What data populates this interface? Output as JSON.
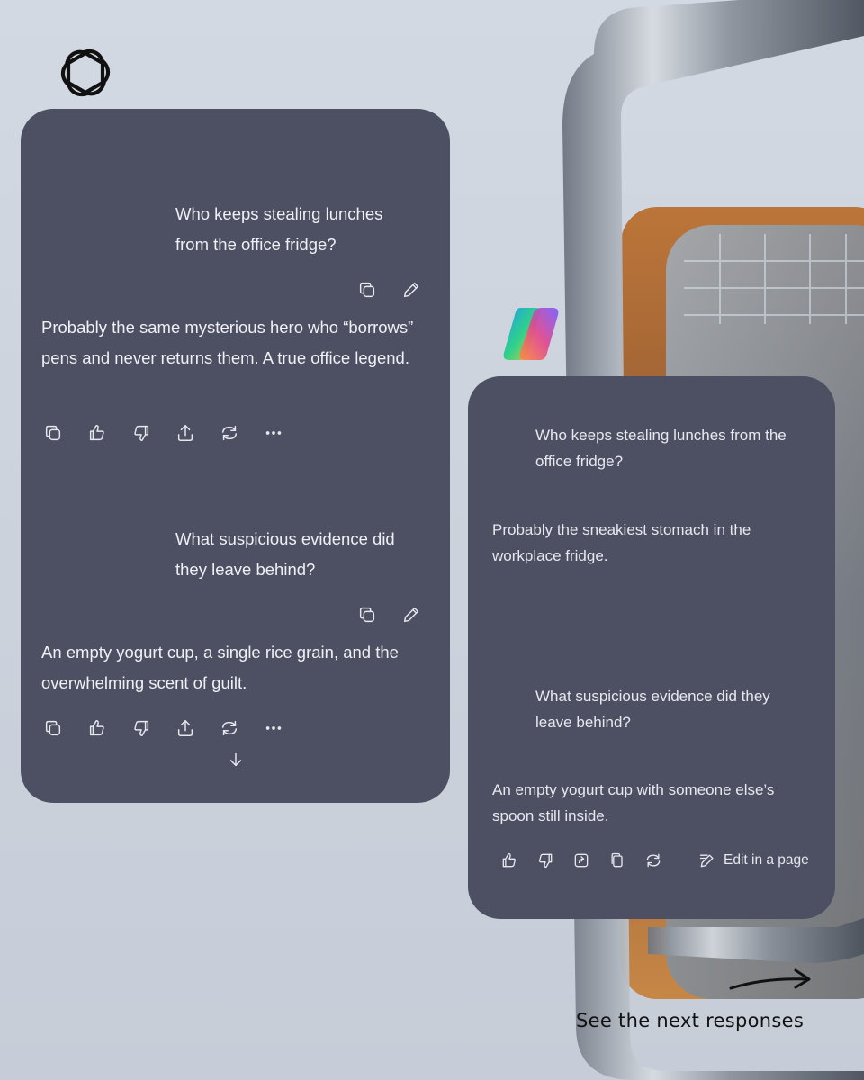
{
  "openai_chat": {
    "messages": [
      {
        "role": "user",
        "text": "Who keeps stealing lunches from the office fridge?"
      },
      {
        "role": "assistant",
        "text": "Probably the same mysterious hero who “borrows” pens and never returns them. A true office legend."
      },
      {
        "role": "user",
        "text": "What suspicious evidence did they leave behind?"
      },
      {
        "role": "assistant",
        "text": "An empty yogurt cup, a single rice grain, and the overwhelming scent of guilt."
      }
    ]
  },
  "copilot_chat": {
    "messages": [
      {
        "role": "user",
        "text": "Who keeps stealing lunches from the office fridge?"
      },
      {
        "role": "assistant",
        "text": "Probably the sneakiest stomach in the workplace fridge."
      },
      {
        "role": "user",
        "text": "What suspicious evidence did they leave behind?"
      },
      {
        "role": "assistant",
        "text": "An empty yogurt cup with someone else’s spoon still inside."
      }
    ],
    "edit_label": "Edit in a page"
  },
  "footer": {
    "next_label": "See the next responses"
  },
  "colors": {
    "panel": "#4c5062",
    "text": "#eef0f4",
    "background": "#d3d9e2"
  }
}
